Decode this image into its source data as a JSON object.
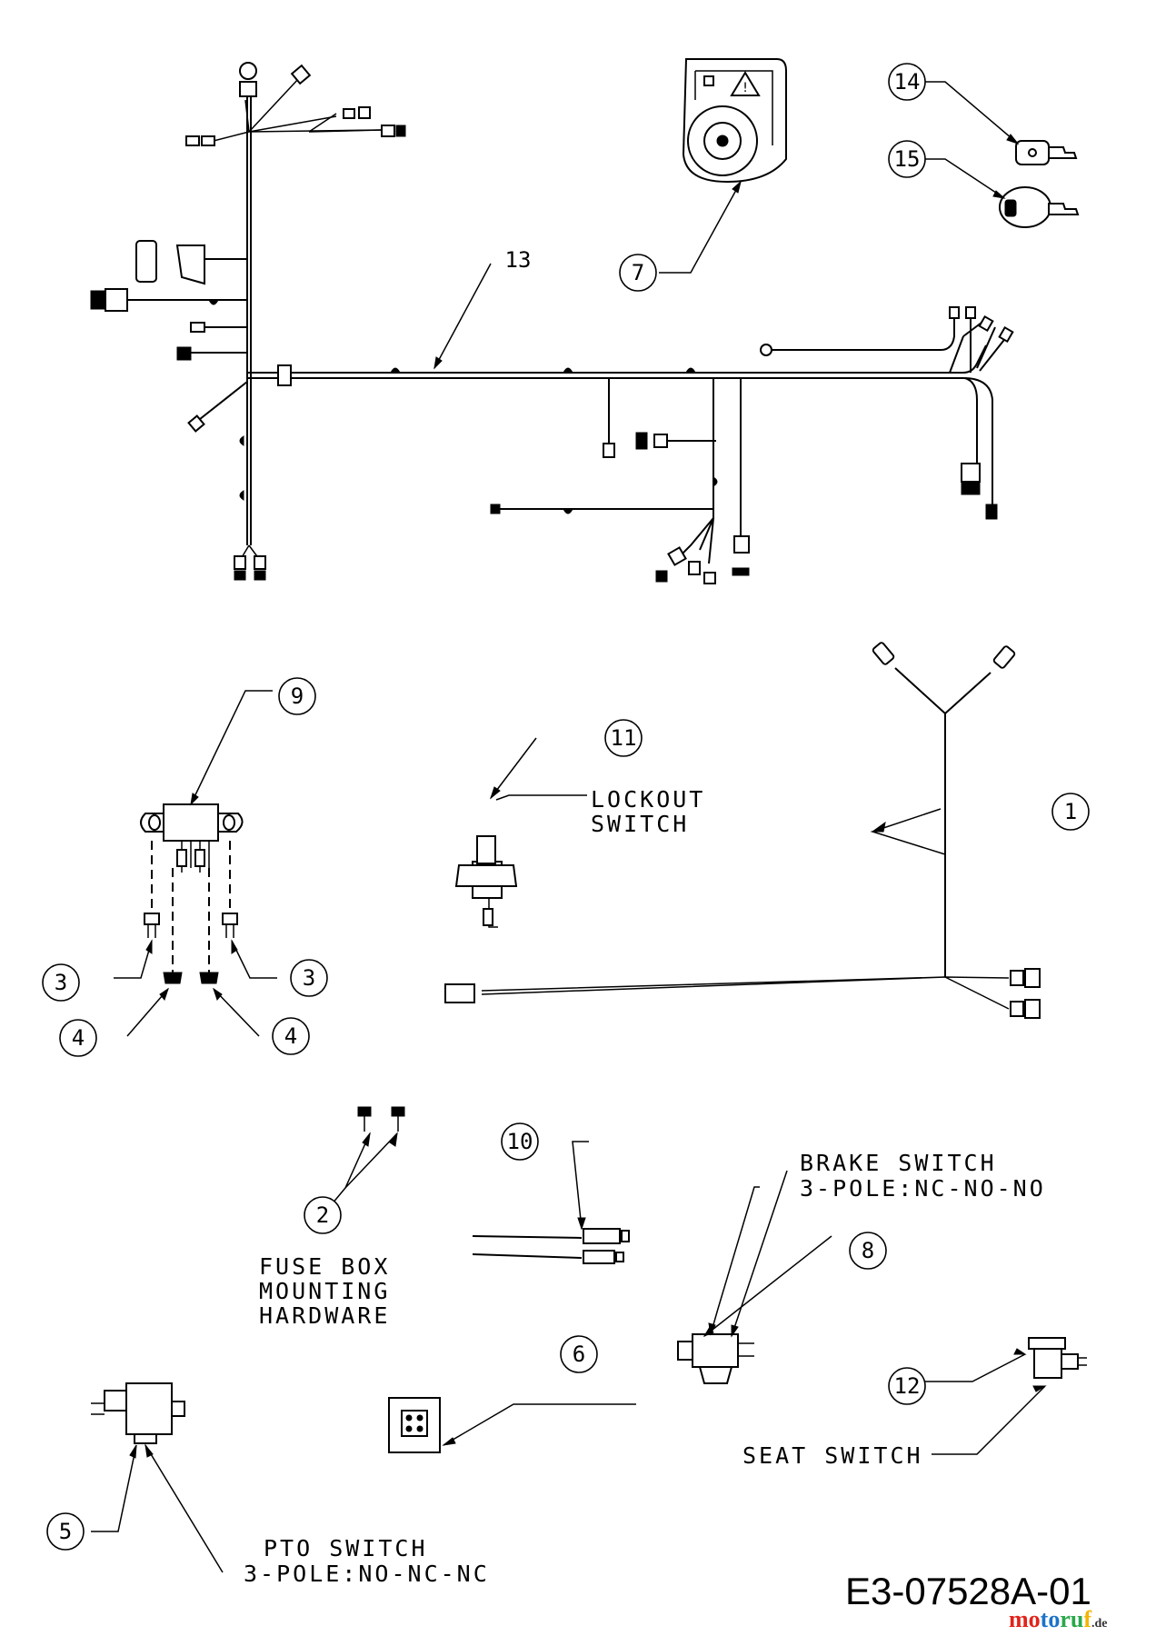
{
  "callouts": [
    "1",
    "2",
    "3",
    "3",
    "4",
    "4",
    "5",
    "6",
    "7",
    "8",
    "9",
    "10",
    "11",
    "12",
    "13",
    "14",
    "15"
  ],
  "labels": {
    "lockout_1": "LOCKOUT",
    "lockout_2": "SWITCH",
    "brake_1": "BRAKE SWITCH",
    "brake_2": "3-POLE:NC-NO-NO",
    "fuse_1": "FUSE BOX",
    "fuse_2": "MOUNTING",
    "fuse_3": "HARDWARE",
    "seat": "SEAT SWITCH",
    "pto_1": "PTO SWITCH",
    "pto_2": "3-POLE:NO-NC-NC"
  },
  "reference": "E3-07528A-01",
  "watermark": {
    "main": "motoruf",
    "suffix": ".de",
    "colors": [
      "#e2231a",
      "#1a73c9",
      "#2aa84a",
      "#f4b400"
    ]
  }
}
